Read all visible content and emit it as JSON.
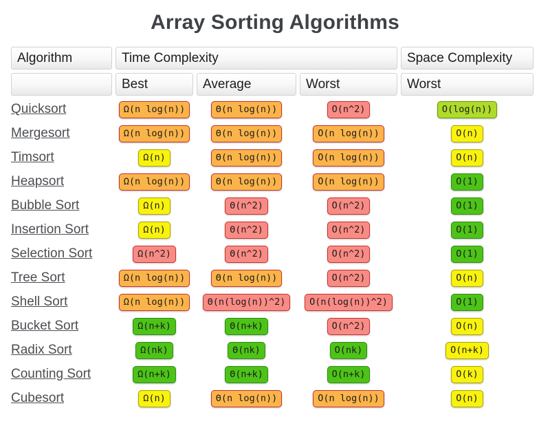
{
  "page": {
    "title": "Array Sorting Algorithms"
  },
  "table": {
    "headers": {
      "algorithm": "Algorithm",
      "time_complexity": "Time Complexity",
      "space_complexity": "Space Complexity",
      "sub_best": "Best",
      "sub_average": "Average",
      "sub_worst": "Worst",
      "sub_space_worst": "Worst"
    },
    "rows": [
      {
        "name": "Quicksort",
        "best": {
          "text": "Ω(n log(n))",
          "color": "orange"
        },
        "average": {
          "text": "Θ(n log(n))",
          "color": "orange"
        },
        "worst": {
          "text": "O(n^2)",
          "color": "red"
        },
        "space": {
          "text": "O(log(n))",
          "color": "yellow_green"
        }
      },
      {
        "name": "Mergesort",
        "best": {
          "text": "Ω(n log(n))",
          "color": "orange"
        },
        "average": {
          "text": "Θ(n log(n))",
          "color": "orange"
        },
        "worst": {
          "text": "O(n log(n))",
          "color": "orange"
        },
        "space": {
          "text": "O(n)",
          "color": "yellow"
        }
      },
      {
        "name": "Timsort",
        "best": {
          "text": "Ω(n)",
          "color": "yellow"
        },
        "average": {
          "text": "Θ(n log(n))",
          "color": "orange"
        },
        "worst": {
          "text": "O(n log(n))",
          "color": "orange"
        },
        "space": {
          "text": "O(n)",
          "color": "yellow"
        }
      },
      {
        "name": "Heapsort",
        "best": {
          "text": "Ω(n log(n))",
          "color": "orange"
        },
        "average": {
          "text": "Θ(n log(n))",
          "color": "orange"
        },
        "worst": {
          "text": "O(n log(n))",
          "color": "orange"
        },
        "space": {
          "text": "O(1)",
          "color": "green"
        }
      },
      {
        "name": "Bubble Sort",
        "best": {
          "text": "Ω(n)",
          "color": "yellow"
        },
        "average": {
          "text": "Θ(n^2)",
          "color": "red"
        },
        "worst": {
          "text": "O(n^2)",
          "color": "red"
        },
        "space": {
          "text": "O(1)",
          "color": "green"
        }
      },
      {
        "name": "Insertion Sort",
        "best": {
          "text": "Ω(n)",
          "color": "yellow"
        },
        "average": {
          "text": "Θ(n^2)",
          "color": "red"
        },
        "worst": {
          "text": "O(n^2)",
          "color": "red"
        },
        "space": {
          "text": "O(1)",
          "color": "green"
        }
      },
      {
        "name": "Selection Sort",
        "best": {
          "text": "Ω(n^2)",
          "color": "red"
        },
        "average": {
          "text": "Θ(n^2)",
          "color": "red"
        },
        "worst": {
          "text": "O(n^2)",
          "color": "red"
        },
        "space": {
          "text": "O(1)",
          "color": "green"
        }
      },
      {
        "name": "Tree Sort",
        "best": {
          "text": "Ω(n log(n))",
          "color": "orange"
        },
        "average": {
          "text": "Θ(n log(n))",
          "color": "orange"
        },
        "worst": {
          "text": "O(n^2)",
          "color": "red"
        },
        "space": {
          "text": "O(n)",
          "color": "yellow"
        }
      },
      {
        "name": "Shell Sort",
        "best": {
          "text": "Ω(n log(n))",
          "color": "orange"
        },
        "average": {
          "text": "Θ(n(log(n))^2)",
          "color": "red"
        },
        "worst": {
          "text": "O(n(log(n))^2)",
          "color": "red"
        },
        "space": {
          "text": "O(1)",
          "color": "green"
        }
      },
      {
        "name": "Bucket Sort",
        "best": {
          "text": "Ω(n+k)",
          "color": "green"
        },
        "average": {
          "text": "Θ(n+k)",
          "color": "green"
        },
        "worst": {
          "text": "O(n^2)",
          "color": "red"
        },
        "space": {
          "text": "O(n)",
          "color": "yellow"
        }
      },
      {
        "name": "Radix Sort",
        "best": {
          "text": "Ω(nk)",
          "color": "green"
        },
        "average": {
          "text": "Θ(nk)",
          "color": "green"
        },
        "worst": {
          "text": "O(nk)",
          "color": "green"
        },
        "space": {
          "text": "O(n+k)",
          "color": "yellow"
        }
      },
      {
        "name": "Counting Sort",
        "best": {
          "text": "Ω(n+k)",
          "color": "green"
        },
        "average": {
          "text": "Θ(n+k)",
          "color": "green"
        },
        "worst": {
          "text": "O(n+k)",
          "color": "green"
        },
        "space": {
          "text": "O(k)",
          "color": "yellow"
        }
      },
      {
        "name": "Cubesort",
        "best": {
          "text": "Ω(n)",
          "color": "yellow"
        },
        "average": {
          "text": "Θ(n log(n))",
          "color": "orange"
        },
        "worst": {
          "text": "O(n log(n))",
          "color": "orange"
        },
        "space": {
          "text": "O(n)",
          "color": "yellow"
        }
      }
    ]
  },
  "colors": {
    "orange": {
      "bg": "#FBB44A",
      "border": "#C9302C"
    },
    "red": {
      "bg": "#F98B85",
      "border": "#C9302C"
    },
    "yellow": {
      "bg": "#F8F20E",
      "border": "#A8A400"
    },
    "green": {
      "bg": "#4DC318",
      "border": "#2E8B10"
    },
    "yellow_green": {
      "bg": "#AFDB2A",
      "border": "#659B00"
    }
  }
}
